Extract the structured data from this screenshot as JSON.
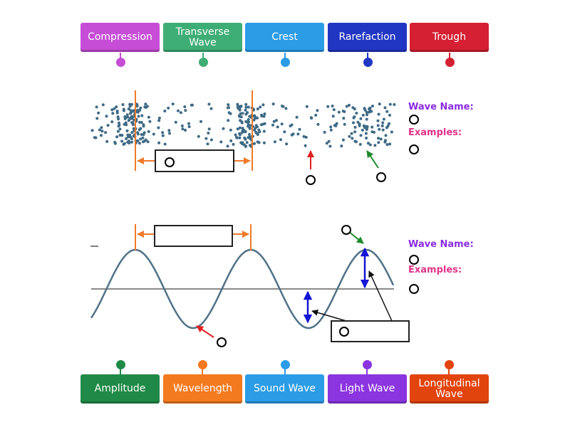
{
  "top_tiles": [
    {
      "label": "Compression",
      "color": "#c64dd6"
    },
    {
      "label": "Transverse Wave",
      "color": "#3fae76"
    },
    {
      "label": "Crest",
      "color": "#2b9ce6"
    },
    {
      "label": "Rarefaction",
      "color": "#2236c4"
    },
    {
      "label": "Trough",
      "color": "#d42032"
    }
  ],
  "bottom_tiles": [
    {
      "label": "Amplitude",
      "color": "#1f8a47"
    },
    {
      "label": "Wavelength",
      "color": "#f47a1f"
    },
    {
      "label": "Sound Wave",
      "color": "#2b9ce6"
    },
    {
      "label": "Light Wave",
      "color": "#8a35e0"
    },
    {
      "label": "Longitudinal Wave",
      "color": "#e2440e"
    }
  ],
  "longitudinal_panel": {
    "wave_name_label": "Wave Name:",
    "examples_label": "Examples:"
  },
  "transverse_panel": {
    "wave_name_label": "Wave Name:",
    "examples_label": "Examples:"
  },
  "colors": {
    "wave_name": "#8a2be2",
    "examples": "#e0338a",
    "particles": "#3e6a85",
    "wave_line": "#4f7288",
    "axis": "#8a8a8a",
    "wavelength_marker": "#f07a2a",
    "amplitude_arrow": "#1414d4",
    "red_arrow": "#e02020",
    "green_arrow": "#1e8a2a"
  }
}
